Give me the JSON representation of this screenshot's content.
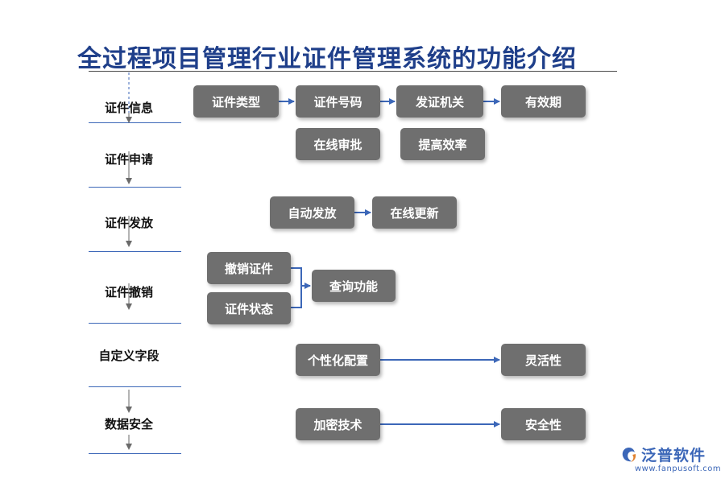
{
  "title": "全过程项目管理行业证件管理系统的功能介绍",
  "stages": [
    {
      "label": "证件信息"
    },
    {
      "label": "证件申请"
    },
    {
      "label": "证件发放"
    },
    {
      "label": "证件撤销"
    },
    {
      "label": "自定义字段"
    },
    {
      "label": "数据安全"
    }
  ],
  "boxes": {
    "cert_type": "证件类型",
    "cert_number": "证件号码",
    "issuing_authority": "发证机关",
    "validity": "有效期",
    "online_approval": "在线审批",
    "efficiency": "提高效率",
    "auto_issue": "自动发放",
    "online_update": "在线更新",
    "revoke_cert": "撤销证件",
    "cert_status": "证件状态",
    "query_function": "查询功能",
    "personalized_config": "个性化配置",
    "flexibility": "灵活性",
    "encryption": "加密技术",
    "security": "安全性"
  },
  "logo": {
    "name": "泛普软件",
    "url": "www.fanpusoft.com"
  },
  "colors": {
    "title": "#1f3f8a",
    "box": "#6f6f6f",
    "arrow": "#3c67b8"
  }
}
